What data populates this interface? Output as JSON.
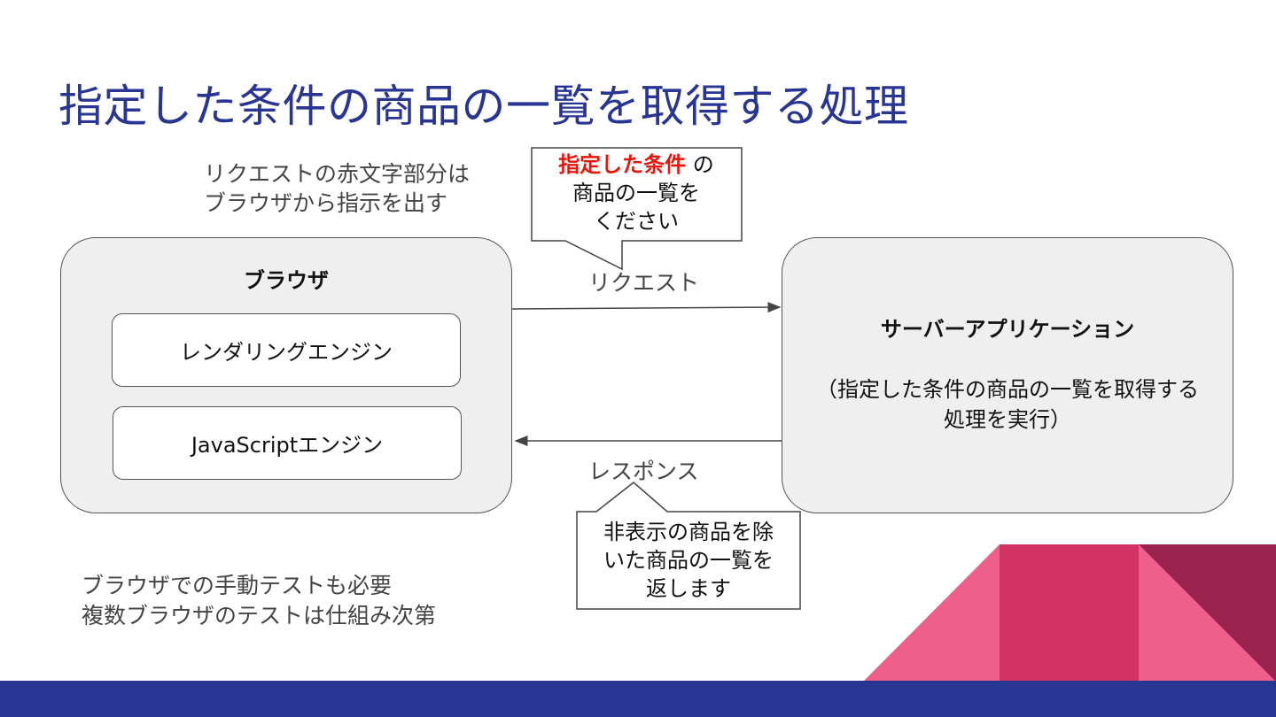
{
  "slide": {
    "title": "指定した条件の商品の一覧を取得する処理",
    "note_top": [
      "リクエストの赤文字部分は",
      "ブラウザから指示を出す"
    ],
    "note_bottom": [
      "ブラウザでの手動テストも必要",
      "複数ブラウザのテストは仕組み次第"
    ]
  },
  "browser": {
    "label": "ブラウザ",
    "rendering_engine": "レンダリングエンジン",
    "js_engine": "JavaScriptエンジン"
  },
  "server": {
    "label": "サーバーアプリケーション",
    "description": "（指定した条件の商品の一覧を取得する処理を実行）"
  },
  "request": {
    "label": "リクエスト",
    "bubble_highlight": "指定した条件",
    "bubble_rest_1": " の",
    "bubble_rest_2": "商品の一覧を",
    "bubble_rest_3": "ください"
  },
  "response": {
    "label": "レスポンス",
    "bubble_line_1": "非表示の商品を除",
    "bubble_line_2": "いた商品の一覧を",
    "bubble_line_3": "返します"
  },
  "colors": {
    "title": "#283593",
    "footer_bar": "#283593",
    "highlight": "#e8160c",
    "deco_light": "#ef5f8c",
    "deco_mid": "#d03266",
    "deco_dark": "#98234c"
  }
}
